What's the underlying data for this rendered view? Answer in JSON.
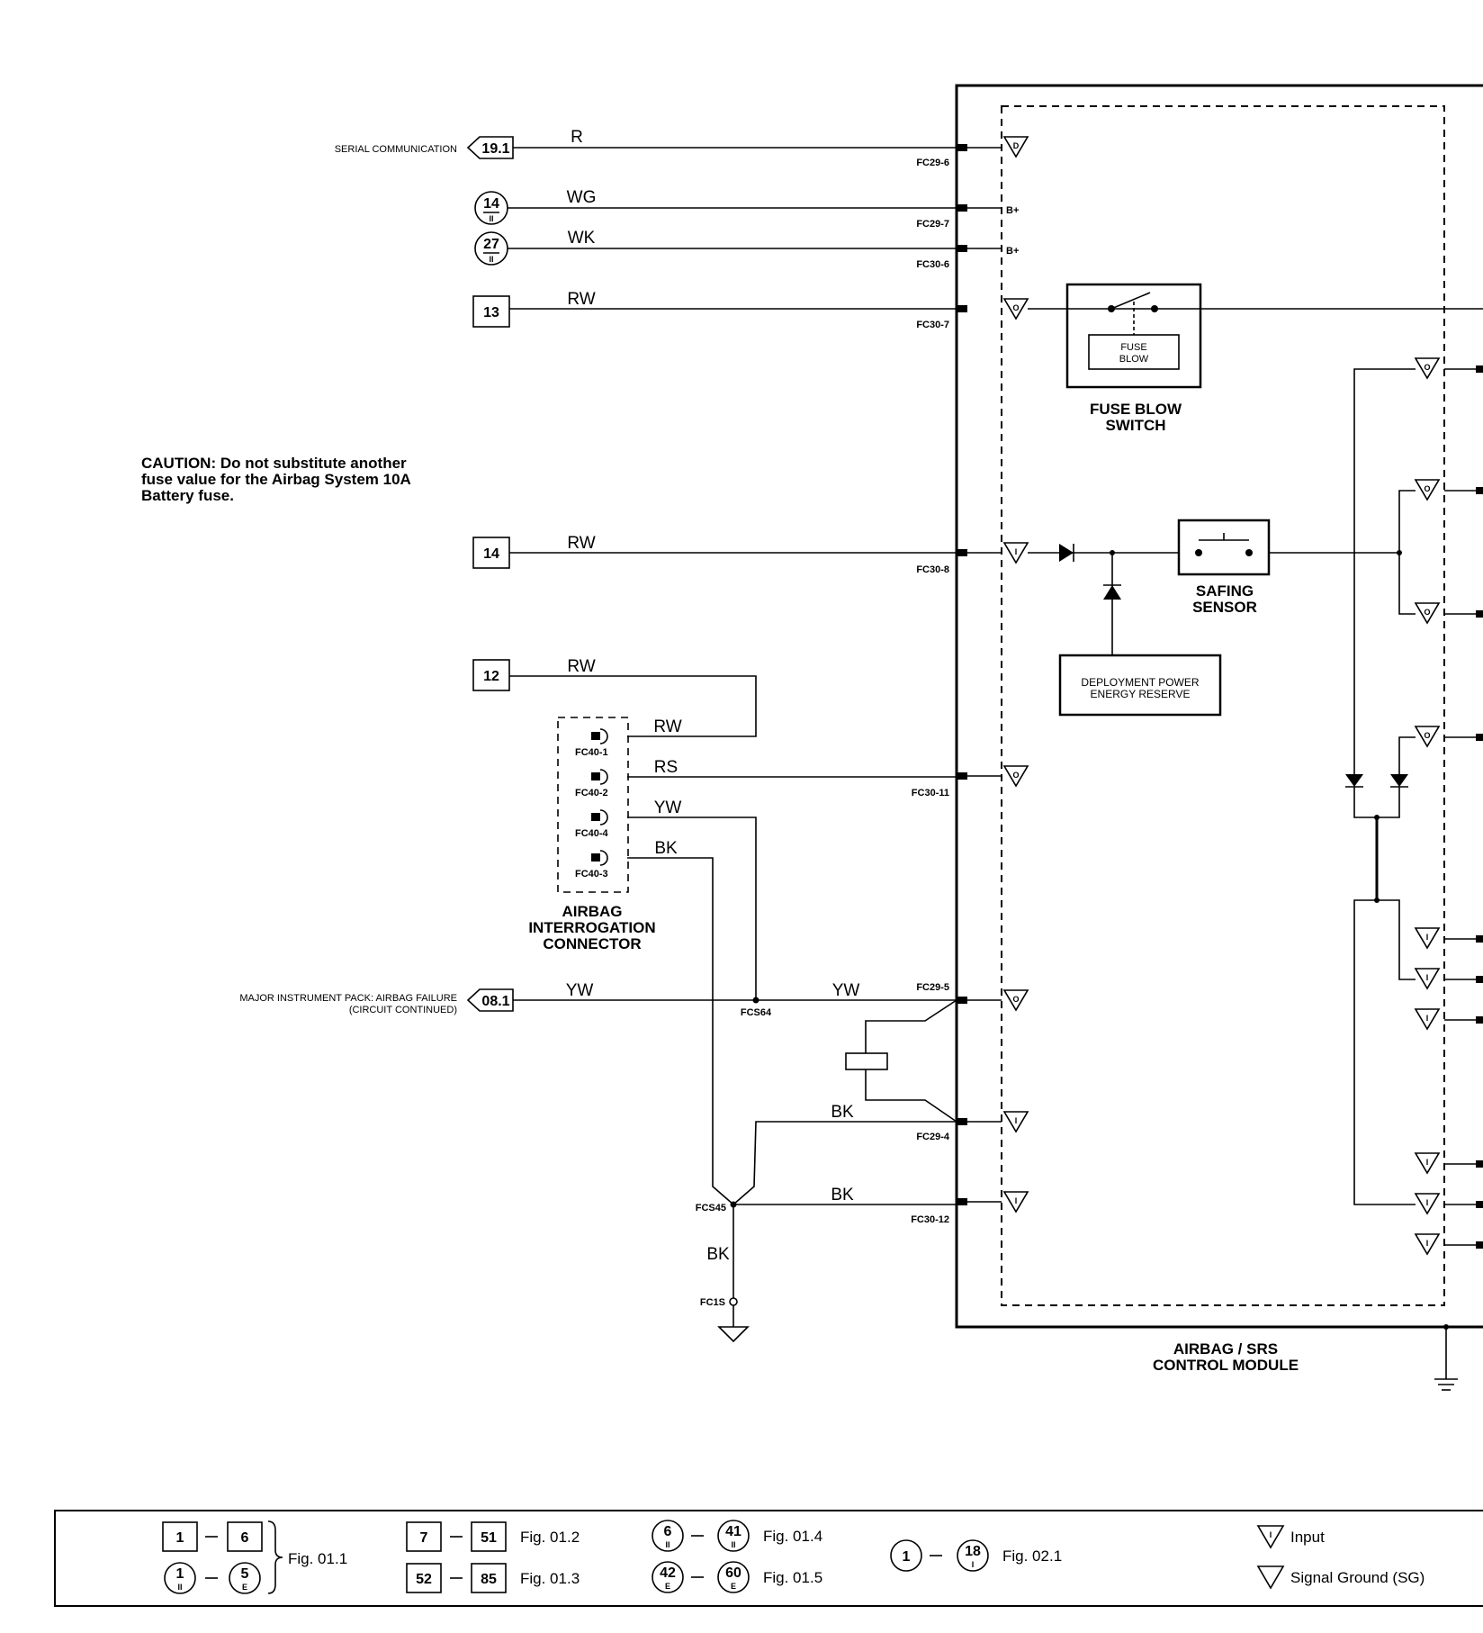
{
  "labels": {
    "serial_comm": "SERIAL COMMUNICATION",
    "major_pack_1": "MAJOR INSTRUMENT PACK: AIRBAG FAILURE",
    "major_pack_2": "(CIRCUIT CONTINUED)",
    "caution": [
      "CAUTION:  Do not substitute another",
      "fuse value for the Airbag System 10A",
      "Battery fuse."
    ],
    "fuse_blow_switch": [
      "FUSE BLOW",
      "SWITCH"
    ],
    "fuse_blow_inner": [
      "FUSE",
      "BLOW"
    ],
    "safing_sensor": [
      "SAFING",
      "SENSOR"
    ],
    "deploy_reserve": [
      "DEPLOYMENT POWER",
      "ENERGY RESERVE"
    ],
    "interrogation": [
      "AIRBAG",
      "INTERROGATION",
      "CONNECTOR"
    ],
    "module": [
      "AIRBAG / SRS",
      "CONTROL MODULE"
    ]
  },
  "refs": {
    "r191": "19.1",
    "c14": "14",
    "c27": "27",
    "b13": "13",
    "b14": "14",
    "b12": "12",
    "r081": "08.1"
  },
  "wires": {
    "r": "R",
    "wg": "WG",
    "wk": "WK",
    "rw1": "RW",
    "rw2": "RW",
    "rw3": "RW",
    "rw4": "RW",
    "rs": "RS",
    "yw1": "YW",
    "bk1": "BK",
    "yw2": "YW",
    "yw3": "YW",
    "bk2": "BK",
    "bk3": "BK",
    "bk4": "BK"
  },
  "pins": {
    "fc29_6": "FC29-6",
    "fc29_7": "FC29-7",
    "fc30_6": "FC30-6",
    "fc30_7": "FC30-7",
    "fc30_8": "FC30-8",
    "fc30_11": "FC30-11",
    "fc29_5": "FC29-5",
    "fc29_4": "FC29-4",
    "fc30_12": "FC30-12",
    "fc40_1": "FC40-1",
    "fc40_2": "FC40-2",
    "fc40_4": "FC40-4",
    "fc40_3": "FC40-3",
    "fcs64": "FCS64",
    "fcs45": "FCS45",
    "fc1s": "FC1S",
    "bplus1": "B+",
    "bplus2": "B+"
  },
  "legend": {
    "b1": "1",
    "b6": "6",
    "c1": "1",
    "c1_sub": "II",
    "c5": "5",
    "c5_sub": "E",
    "fig011": "Fig. 01.1",
    "b7": "7",
    "b51": "51",
    "fig012": "Fig. 01.2",
    "b52": "52",
    "b85": "85",
    "fig013": "Fig. 01.3",
    "c6": "6",
    "c6_sub": "II",
    "c41": "41",
    "c41_sub": "II",
    "fig014": "Fig. 01.4",
    "c42": "42",
    "c42_sub": "E",
    "c60": "60",
    "c60_sub": "E",
    "fig015": "Fig. 01.5",
    "c1b": "1",
    "c18": "18",
    "c18_sub": "I",
    "fig021": "Fig. 02.1",
    "input": "Input",
    "signal_ground": "Signal Ground (SG)"
  }
}
